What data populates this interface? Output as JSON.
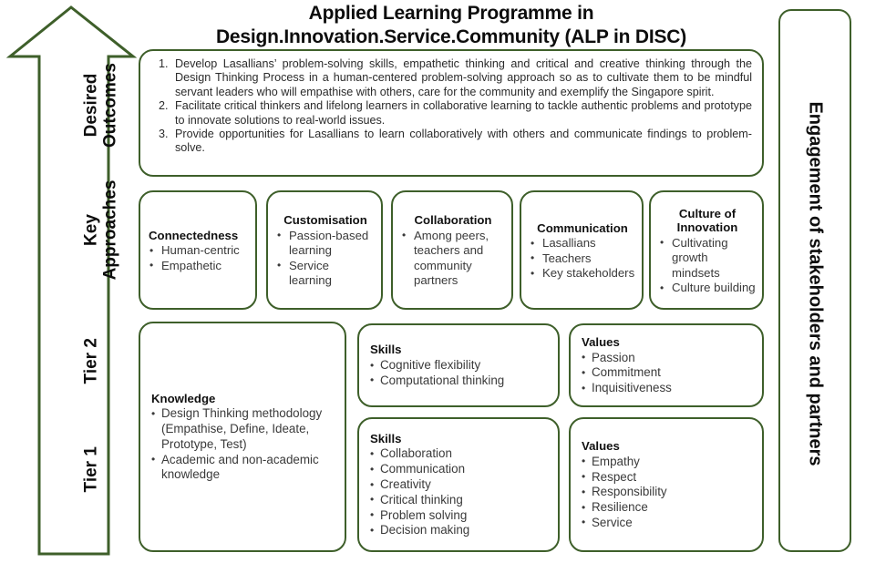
{
  "title": {
    "line1": "Applied Learning Programme in",
    "line2": "Design.Innovation.Service.Community (ALP in DISC)"
  },
  "colors": {
    "border_green": "#3e5f2a",
    "text_dark": "#231f20",
    "body_text": "#3a3a3a",
    "background": "#ffffff"
  },
  "left_rail": {
    "labels": [
      {
        "line1": "Desired",
        "line2": "Outcomes"
      },
      {
        "line1": "Key",
        "line2": "Approaches"
      },
      {
        "line1": "Tier 2",
        "line2": ""
      },
      {
        "line1": "Tier 1",
        "line2": ""
      }
    ]
  },
  "right_rail": {
    "label": "Engagement of stakeholders and partners"
  },
  "outcomes": {
    "items": [
      "Develop Lasallians’ problem-solving skills, empathetic thinking and critical and creative thinking through the Design Thinking Process in a human-centered problem-solving approach so as to cultivate them to be mindful servant leaders who will empathise with others, care for the community and exemplify the Singapore spirit.",
      "Facilitate critical thinkers and lifelong learners in collaborative learning to tackle authentic problems and prototype to innovate solutions to real-world issues.",
      "Provide opportunities for Lasallians to learn collaboratively with others and communicate findings to problem-solve."
    ]
  },
  "approaches": [
    {
      "heading": "Connectedness",
      "heading_align": "left",
      "items": [
        "Human-centric",
        "Empathetic"
      ]
    },
    {
      "heading": "Customisation",
      "heading_align": "center",
      "items": [
        "Passion-based learning",
        "Service learning"
      ]
    },
    {
      "heading": "Collaboration",
      "heading_align": "center",
      "items": [
        "Among peers, teachers and community partners"
      ]
    },
    {
      "heading": "Communication",
      "heading_align": "center",
      "items": [
        "Lasallians",
        "Teachers",
        "Key stakeholders"
      ]
    },
    {
      "heading": "Culture of Innovation",
      "heading_align": "center",
      "items": [
        "Cultivating growth mindsets",
        "Culture building"
      ]
    }
  ],
  "tiers": {
    "knowledge": {
      "heading": "Knowledge",
      "items": [
        "Design Thinking methodology (Empathise, Define, Ideate, Prototype, Test)",
        "Academic and non-academic knowledge"
      ]
    },
    "tier2_skills": {
      "heading": "Skills",
      "items": [
        "Cognitive flexibility",
        "Computational thinking"
      ]
    },
    "tier2_values": {
      "heading": "Values",
      "items": [
        "Passion",
        "Commitment",
        "Inquisitiveness"
      ]
    },
    "tier1_skills": {
      "heading": "Skills",
      "items": [
        "Collaboration",
        "Communication",
        "Creativity",
        "Critical thinking",
        "Problem solving",
        "Decision making"
      ]
    },
    "tier1_values": {
      "heading": "Values",
      "items": [
        "Empathy",
        "Respect",
        "Responsibility",
        "Resilience",
        "Service"
      ]
    }
  }
}
